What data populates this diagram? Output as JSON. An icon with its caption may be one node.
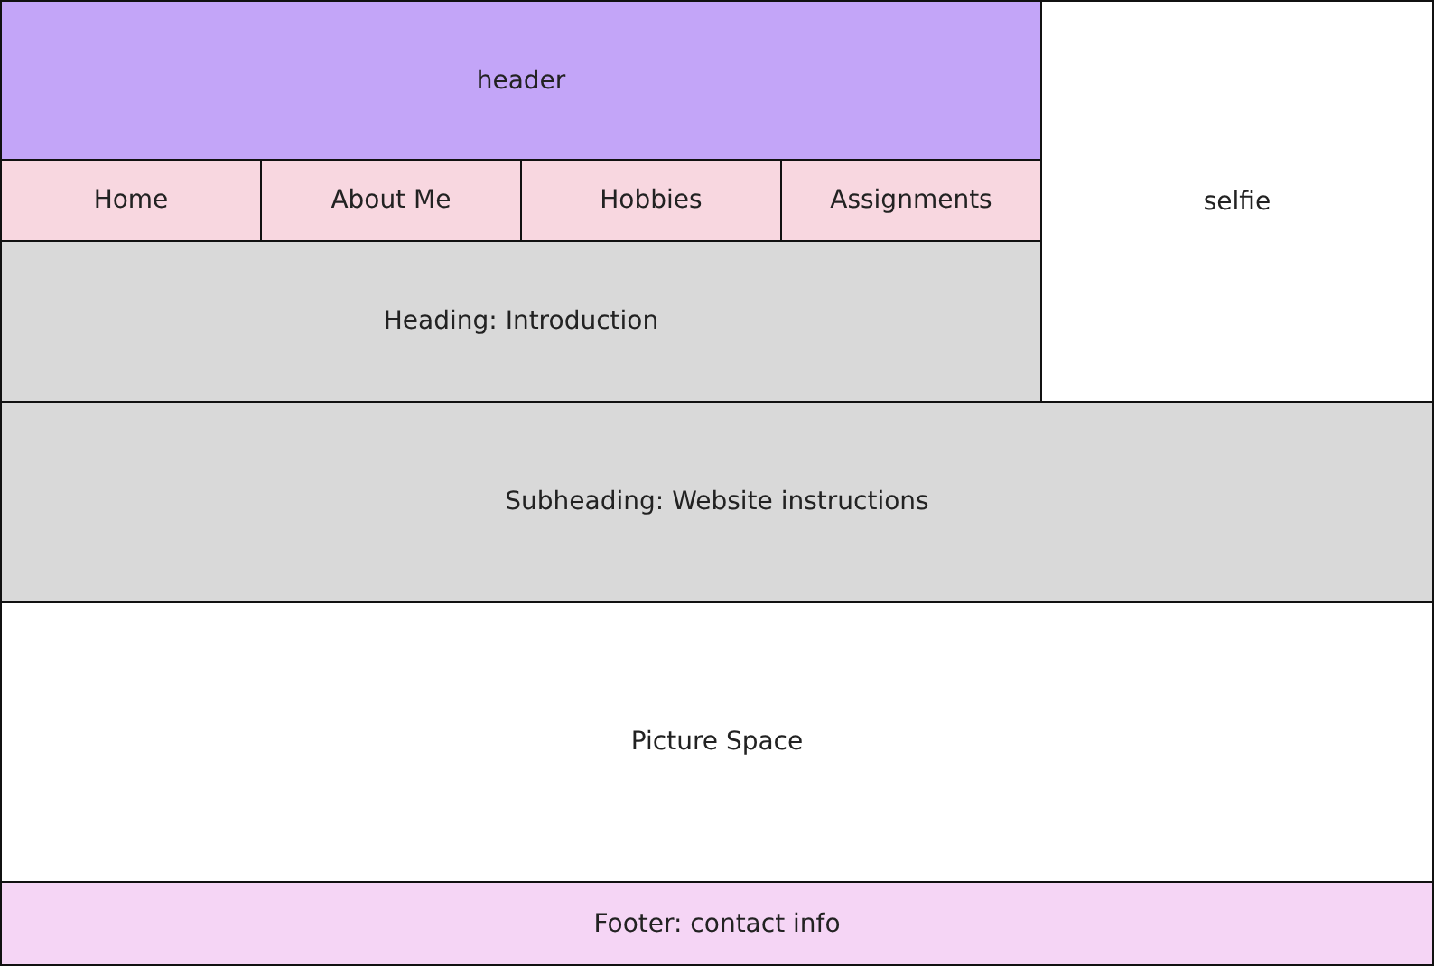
{
  "diagram": {
    "nodes": [
      {
        "text": [
          "header"
        ]
      },
      {
        "text": [
          "Home"
        ]
      },
      {
        "text": [
          "About Me"
        ]
      },
      {
        "text": [
          "Hobbies"
        ]
      },
      {
        "text": [
          "Assignments"
        ]
      },
      {
        "text": [
          "selfie"
        ]
      },
      {
        "text": [
          "Heading: Introduction"
        ]
      },
      {
        "text": [
          "Subheading: Website instructions"
        ]
      },
      {
        "text": [
          "Picture Space"
        ]
      },
      {
        "text": [
          "Footer: contact info"
        ]
      }
    ]
  }
}
